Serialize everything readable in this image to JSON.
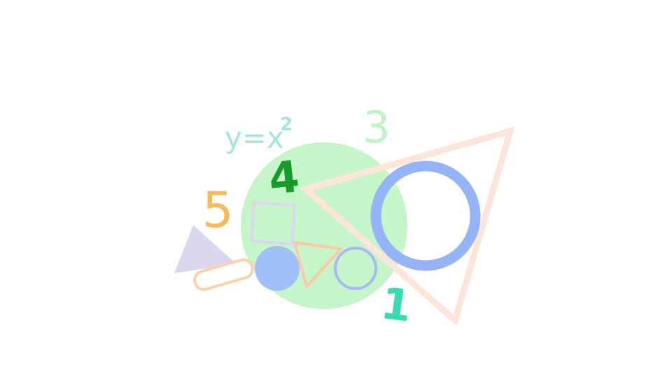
{
  "colors": {
    "big_circle_fill": "#c5f5c8",
    "big_triangle_stroke": "#fde5da",
    "ring_stroke": "#95b3f7",
    "small_triangle_fill": "#dcd6ef",
    "pill_stroke": "#fdd1a8",
    "small_square_stroke": "#dcd6ef",
    "filled_circle": "#a2c0f8",
    "outline_triangle_stroke": "#fcc9a6",
    "small_ring_stroke": "#a8b9f5",
    "label_1": "#34dcb0",
    "label_3": "#bff5c6",
    "label_4": "#159c2a",
    "label_5": "#fbb85a",
    "equation": "#a3e6e0"
  },
  "labels": {
    "one": "1",
    "three": "3",
    "four": "4",
    "five": "5"
  },
  "equation": {
    "base": "y=x",
    "exponent": "2"
  }
}
